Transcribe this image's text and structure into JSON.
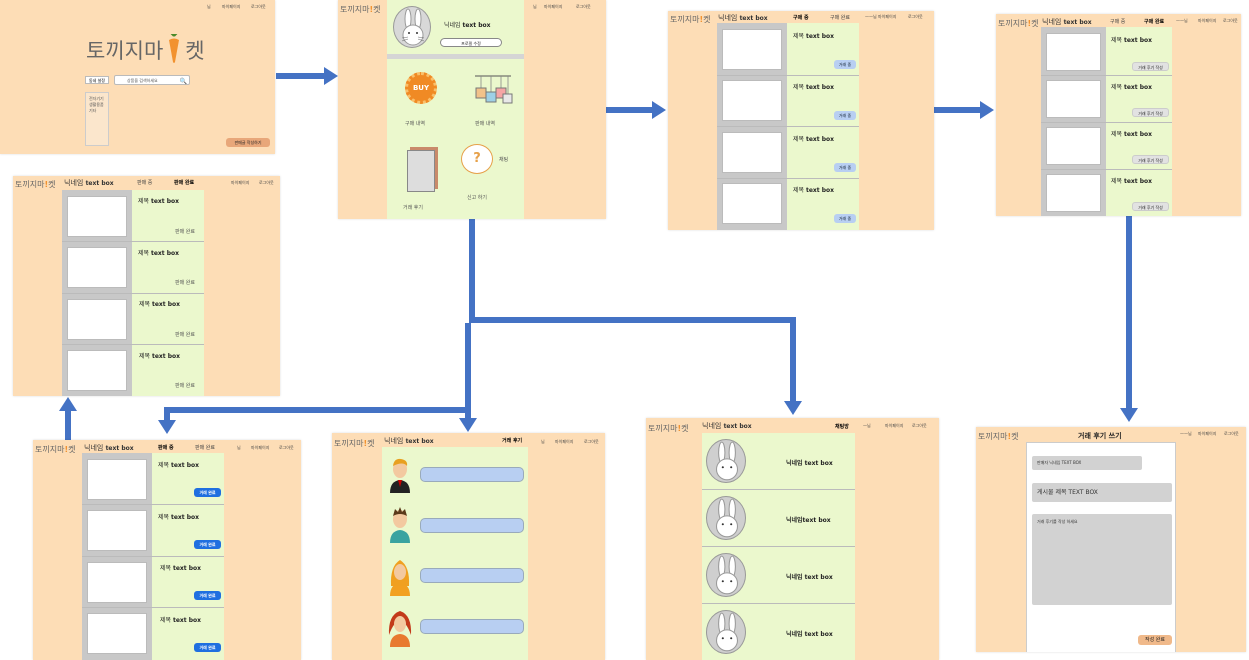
{
  "common": {
    "logo_text": "토끼지마",
    "logo_suffix": "켓",
    "nickname_label": "닉네임",
    "text_box": "text box",
    "title_label": "제목",
    "user_suffix": "님",
    "mypage_link": "마이페이지",
    "logout_link": "로그아웃"
  },
  "main_screen": {
    "logo_left": "토끼지마",
    "logo_right": "켓",
    "town_button": "동네 설정",
    "search_placeholder": "상품을 검색하세요",
    "categories": [
      "전자기기",
      "생활용품",
      "기타"
    ],
    "write_button": "판매글 작성하기"
  },
  "mypage_screen": {
    "nickname": "닉네임",
    "nickname_box": "text box",
    "edit_profile": "프로필 수정",
    "buy_badge": "BUY",
    "menu": {
      "purchase": "구매 내역",
      "sales": "판매 내역",
      "review": "거래 후기",
      "report": "신고 하기",
      "chat": "채팅"
    }
  },
  "purchase_screen": {
    "tab_active": "구매 중",
    "tab_done": "구매 완료",
    "item_button": "거래 중"
  },
  "purchase_done_screen": {
    "tab_active": "구매 중",
    "tab_done": "구매 완료",
    "item_button": "거래 후기 작성"
  },
  "sales_done_screen": {
    "tab_selling": "판매 중",
    "tab_done": "판매 완료",
    "item_status": "판매 완료"
  },
  "sales_screen": {
    "tab_selling": "판매 중",
    "tab_done": "판매 완료",
    "item_button": "거래 완료"
  },
  "review_list_screen": {
    "header": "거래 후기"
  },
  "chat_screen": {
    "header": "채팅방",
    "row_nicknames": [
      "닉네임 text box",
      "닉네임text box",
      "닉네임 text box",
      "닉네임 text box"
    ]
  },
  "review_write_screen": {
    "heading": "거래 후기 쓰기",
    "seller_field": "판매자 닉네임 TEXT BOX",
    "post_title_field": "게시물 제목 TEXT BOX",
    "review_placeholder": "거래 후기를 작성 하세요",
    "submit_button": "작성 완료"
  },
  "colors": {
    "screen_bg": "#fdddb6",
    "content_bg": "#ebf8cd",
    "arrow": "#4472c4",
    "button_blue": "#b8cff2",
    "button_dark_blue": "#1f6fe0",
    "carrot": "#f2922f"
  }
}
